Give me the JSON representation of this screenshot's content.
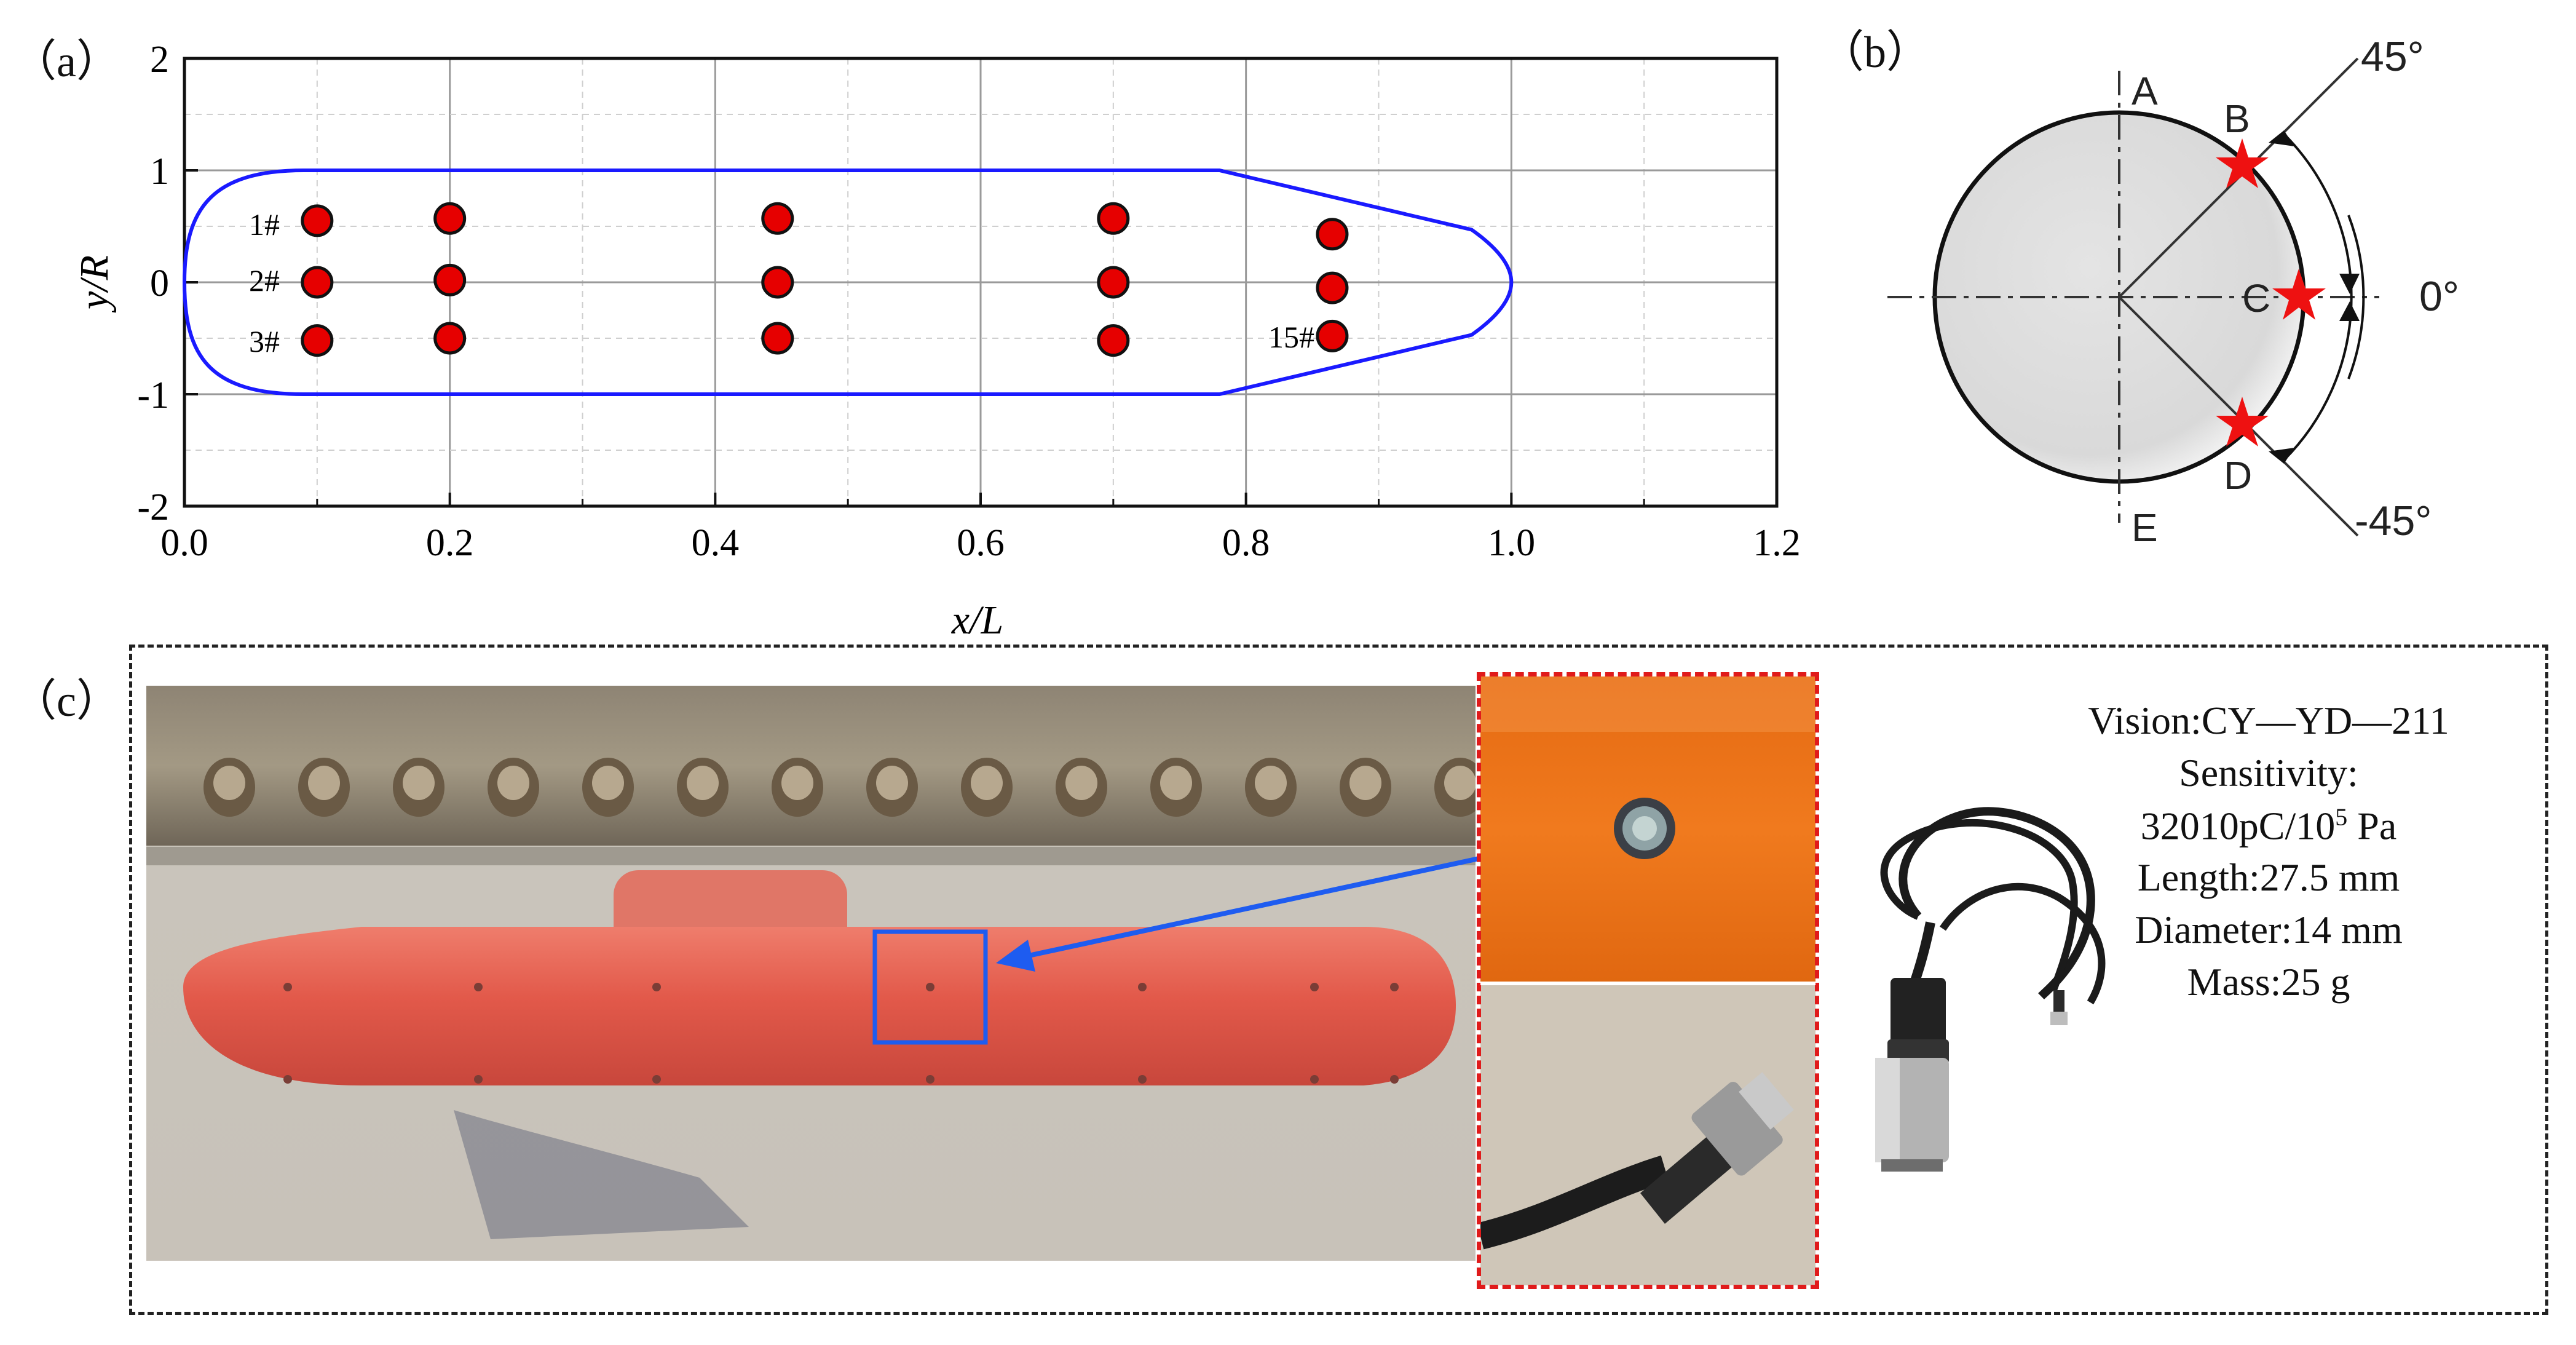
{
  "panels": {
    "a": {
      "label": "（a）",
      "xlabel": "x/L",
      "ylabel": "y/R",
      "x_ticks": [
        "0.0",
        "0.2",
        "0.4",
        "0.6",
        "0.8",
        "1.0",
        "1.2"
      ],
      "y_ticks": [
        "2",
        "1",
        "0",
        "-1",
        "-2"
      ],
      "sensor_labels": [
        "1#",
        "2#",
        "3#",
        "15#"
      ]
    },
    "b": {
      "label": "（b）",
      "points": [
        "A",
        "B",
        "C",
        "D",
        "E"
      ],
      "angles": [
        "45°",
        "0°",
        "-45°"
      ]
    },
    "c": {
      "label": "（c）",
      "specs": {
        "vision": "Vision:CY—YD—211",
        "sensitivity_label": "Sensitivity:",
        "sensitivity_value": "32010pC/10",
        "sensitivity_exp": "5",
        "sensitivity_unit": " Pa",
        "length": "Length:27.5 mm",
        "diameter": "Diameter:14 mm",
        "mass": "Mass:25 g"
      }
    }
  },
  "chart_data": {
    "type": "scatter",
    "xlabel": "x/L",
    "ylabel": "y/R",
    "xlim": [
      0.0,
      1.2
    ],
    "ylim": [
      -2,
      2
    ],
    "grid": true,
    "hull_outline": [
      [
        0.0,
        0
      ],
      [
        0.09,
        1
      ],
      [
        0.78,
        1
      ],
      [
        0.97,
        0.47
      ],
      [
        1.0,
        0
      ],
      [
        0.97,
        -0.47
      ],
      [
        0.78,
        -1
      ],
      [
        0.09,
        -1
      ],
      [
        0.0,
        0
      ]
    ],
    "sensors": {
      "x": [
        0.1,
        0.1,
        0.1,
        0.2,
        0.2,
        0.2,
        0.447,
        0.447,
        0.447,
        0.7,
        0.7,
        0.7,
        0.865,
        0.865,
        0.865
      ],
      "y": [
        0.55,
        0.0,
        -0.52,
        0.57,
        0.02,
        -0.5,
        0.57,
        0.0,
        -0.5,
        0.57,
        0.0,
        -0.52,
        0.43,
        -0.05,
        -0.48
      ]
    },
    "colors": {
      "hull": "#1a1aff",
      "sensor": "#e60000"
    }
  }
}
